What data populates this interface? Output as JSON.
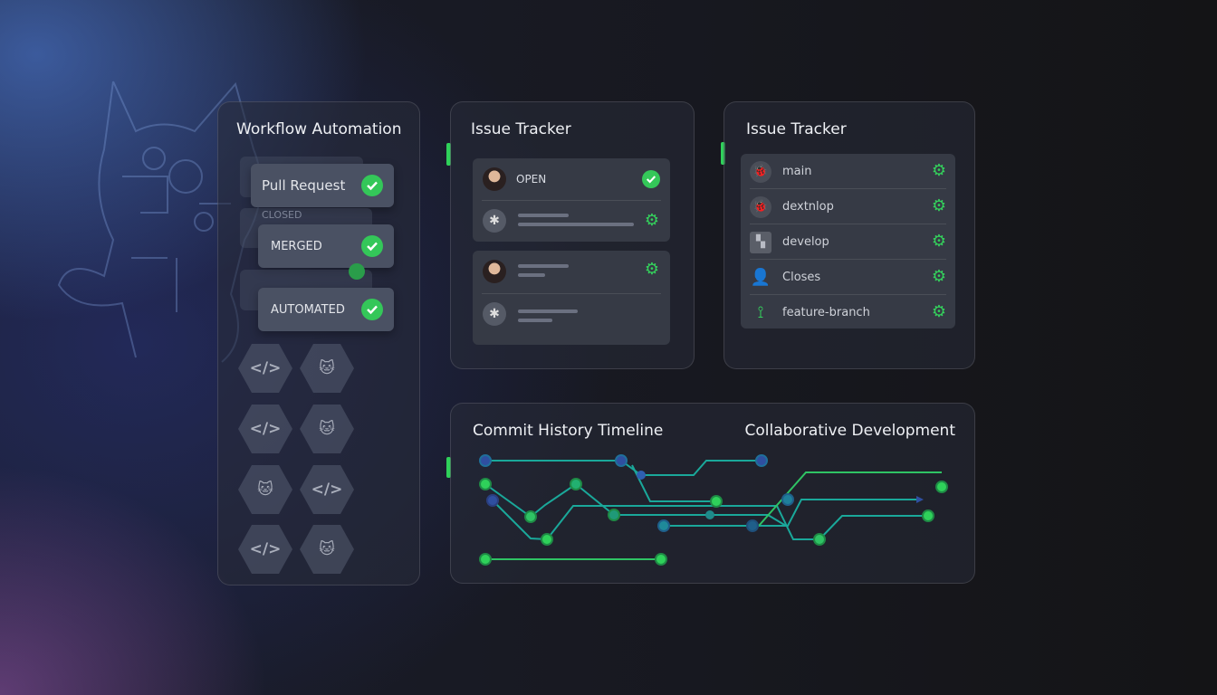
{
  "workflow": {
    "title": "Workflow Automation",
    "items": [
      {
        "label": "Pull Request",
        "status_icon": "check-circle-icon"
      },
      {
        "label": "CLOSED",
        "status_icon": "check-circle-icon"
      },
      {
        "label": "MERGED",
        "status_icon": "check-circle-icon"
      },
      {
        "label": "AUTOMATED",
        "status_icon": "check-circle-icon"
      }
    ],
    "tiles": [
      "code-icon",
      "cat-icon",
      "code-icon",
      "cat-icon",
      "cat-icon",
      "code-icon",
      "code-icon",
      "cat-icon"
    ]
  },
  "issue_tracker_1": {
    "title": "Issue Tracker",
    "status_label": "OPEN"
  },
  "issue_tracker_2": {
    "title": "Issue Tracker",
    "branches": [
      {
        "label": "main",
        "icon": "bug-icon"
      },
      {
        "label": "dextnlop",
        "icon": "bug-icon"
      },
      {
        "label": "develop",
        "icon": "repo-icon"
      },
      {
        "label": "Closes",
        "icon": "user-icon"
      },
      {
        "label": "feature-branch",
        "icon": "robot-arm-icon"
      }
    ]
  },
  "commit_history": {
    "title": "Commit History Timeline",
    "subtitle": "Collaborative Development"
  },
  "colors": {
    "accent": "#34c759",
    "node_blue": "#2f4fa0",
    "node_teal": "#1f8a9a",
    "line": "#1fb38a"
  }
}
